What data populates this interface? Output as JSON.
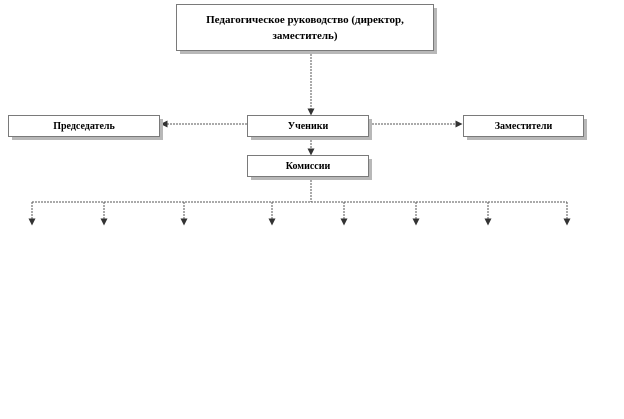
{
  "nodes": {
    "top": "Педагогическое руководство (директор, заместитель)",
    "chair": "Председатель",
    "students": "Ученики",
    "deputies": "Заместители",
    "commissions": "Комиссии"
  },
  "colors": {
    "line": "#7a7a7a",
    "shadow": "#b8b8b8",
    "text": "#000000"
  },
  "commission_branches": 8
}
